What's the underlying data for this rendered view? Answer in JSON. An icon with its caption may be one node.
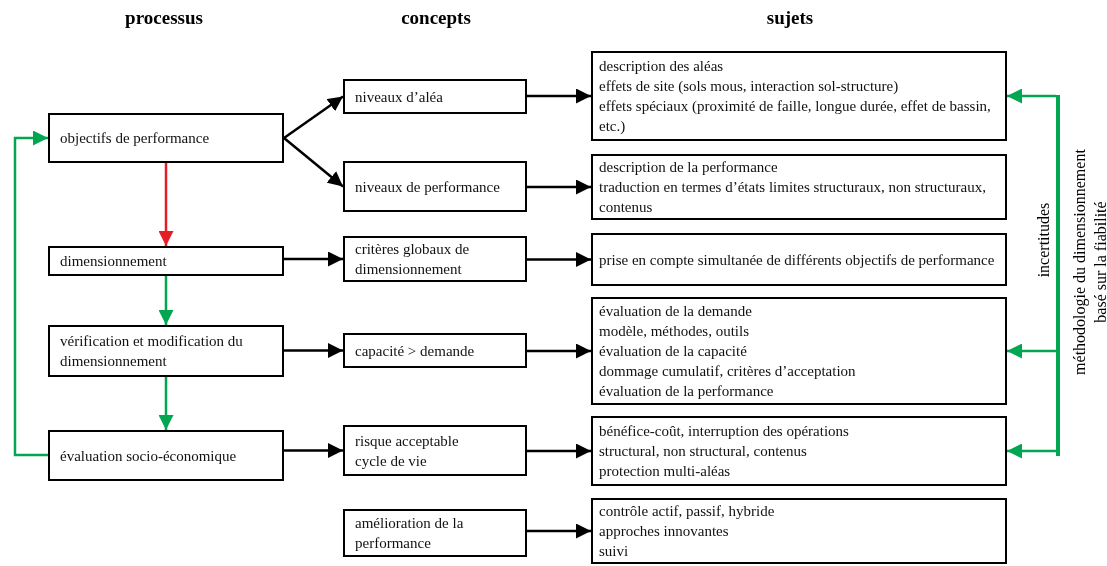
{
  "diagram": {
    "nodes": [
      {
        "text": [
          "objectifs de performance"
        ]
      },
      {
        "text": [
          "dimensionnement"
        ]
      },
      {
        "text": [
          "vérification et modification du dimensionnement"
        ]
      },
      {
        "text": [
          "évaluation socio-économique"
        ]
      },
      {
        "text": [
          "niveaux d’aléa"
        ]
      },
      {
        "text": [
          "niveaux de performance"
        ]
      },
      {
        "text": [
          "critères globaux de dimensionnement"
        ]
      },
      {
        "text": [
          "capacité > demande"
        ]
      },
      {
        "text": [
          "risque acceptable",
          "cycle de vie"
        ]
      },
      {
        "text": [
          "amélioration de la performance"
        ]
      },
      {
        "text": [
          "description des aléas",
          "effets de site (sols mous, interaction sol-structure)",
          "effets spéciaux (proximité de faille, longue durée, effet de bassin, etc.)"
        ]
      },
      {
        "text": [
          "description de la performance",
          "traduction en termes d’états limites structuraux, non structuraux, contenus"
        ]
      },
      {
        "text": [
          "prise en compte simultanée de différents objectifs de performance"
        ]
      },
      {
        "text": [
          "évaluation de la demande",
          "modèle, méthodes, outils",
          "évaluation de la capacité",
          "dommage cumulatif, critères d’acceptation",
          "évaluation de la performance"
        ]
      },
      {
        "text": [
          "bénéfice-coût, interruption des opérations",
          "structural, non structural, contenus",
          "protection multi-aléas"
        ]
      },
      {
        "text": [
          "contrôle actif, passif, hybride",
          "approches innovantes",
          "suivi"
        ]
      },
      {
        "text": [],
        "shape": "bar"
      }
    ],
    "edges": [
      {
        "from": 0,
        "to": 4,
        "arrow": "to"
      },
      {
        "from": 0,
        "to": 5,
        "arrow": "to"
      },
      {
        "from": 0,
        "to": 1,
        "arrow": "to",
        "color": "#e31e24"
      },
      {
        "from": 1,
        "to": 2,
        "arrow": "to",
        "color": "#00a651"
      },
      {
        "from": 2,
        "to": 3,
        "arrow": "to",
        "color": "#00a651"
      },
      {
        "from": 3,
        "to": 0,
        "arrow": "to",
        "color": "#00a651"
      },
      {
        "from": 1,
        "to": 6,
        "arrow": "to"
      },
      {
        "from": 2,
        "to": 7,
        "arrow": "to"
      },
      {
        "from": 3,
        "to": 8,
        "arrow": "to"
      },
      {
        "from": 4,
        "to": 10,
        "arrow": "to"
      },
      {
        "from": 5,
        "to": 11,
        "arrow": "to"
      },
      {
        "from": 6,
        "to": 12,
        "arrow": "to"
      },
      {
        "from": 7,
        "to": 13,
        "arrow": "to"
      },
      {
        "from": 8,
        "to": 14,
        "arrow": "to"
      },
      {
        "from": 9,
        "to": 15,
        "arrow": "to"
      },
      {
        "from": 16,
        "to": 10,
        "arrow": "to",
        "color": "#00a651"
      },
      {
        "from": 16,
        "to": 13,
        "arrow": "to",
        "color": "#00a651"
      },
      {
        "from": 16,
        "to": 14,
        "arrow": "to",
        "color": "#00a651"
      }
    ],
    "labels": [
      "processus",
      "concepts",
      "sujets",
      "incertitudes",
      "méthodologie du dimensionnement basé sur la fiabilité"
    ]
  }
}
